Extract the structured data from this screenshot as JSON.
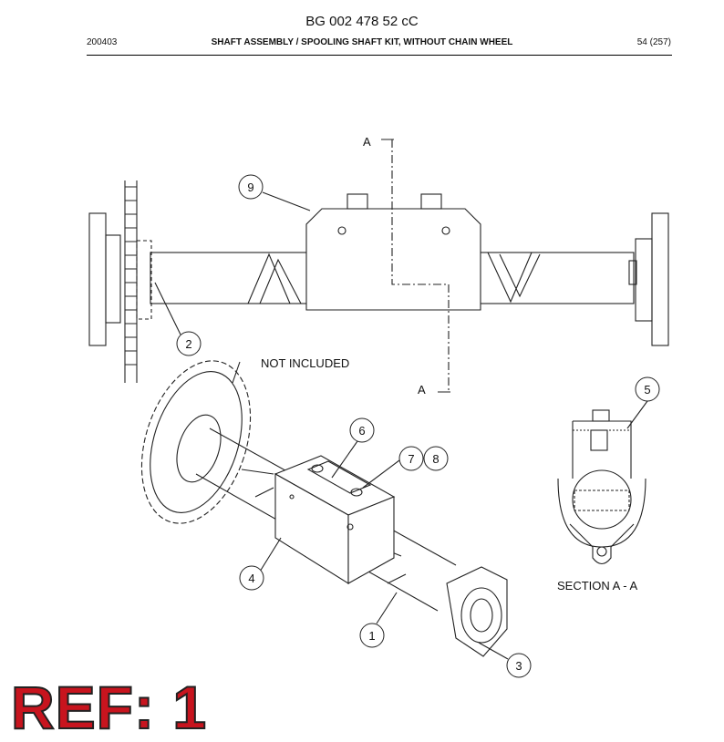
{
  "header": {
    "document_code": "BG 002 478 52 cC",
    "date": "200403",
    "title": "SHAFT ASSEMBLY / SPOOLING SHAFT KIT, WITHOUT CHAIN WHEEL",
    "page": "54 (257)"
  },
  "callouts": [
    "9",
    "2",
    "6",
    "7",
    "8",
    "4",
    "1",
    "3",
    "5"
  ],
  "labels": {
    "section_mark": "A",
    "not_included": "NOT INCLUDED",
    "section_view": "SECTION A - A"
  },
  "ref_label": "REF: 1"
}
